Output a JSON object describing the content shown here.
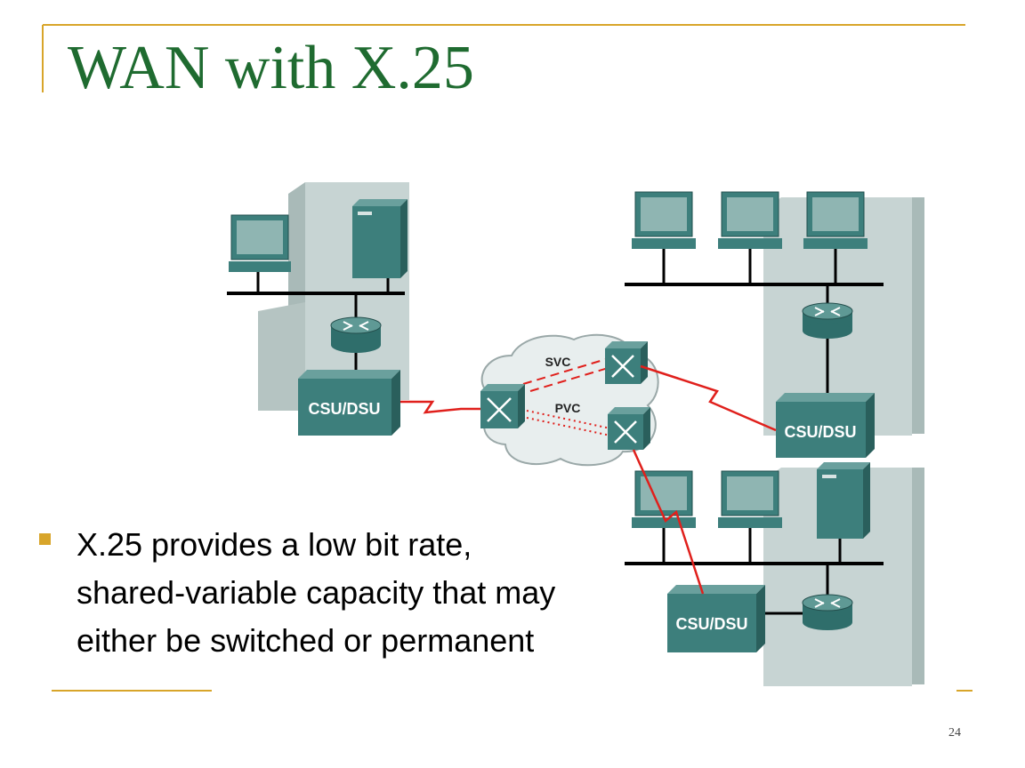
{
  "slide": {
    "title": "WAN with X.25",
    "page_number": "24",
    "bullets": [
      "X.25 provides a low bit rate, shared-variable capacity that may either be switched or permanent"
    ]
  },
  "diagram": {
    "device_label": "CSU/DSU",
    "svc_label": "SVC",
    "pvc_label": "PVC"
  },
  "colors": {
    "title": "#1f6b30",
    "accent": "#d8a52a",
    "link": "#e0201c",
    "device": "#3d7f7c",
    "building": "#c7d4d3"
  }
}
